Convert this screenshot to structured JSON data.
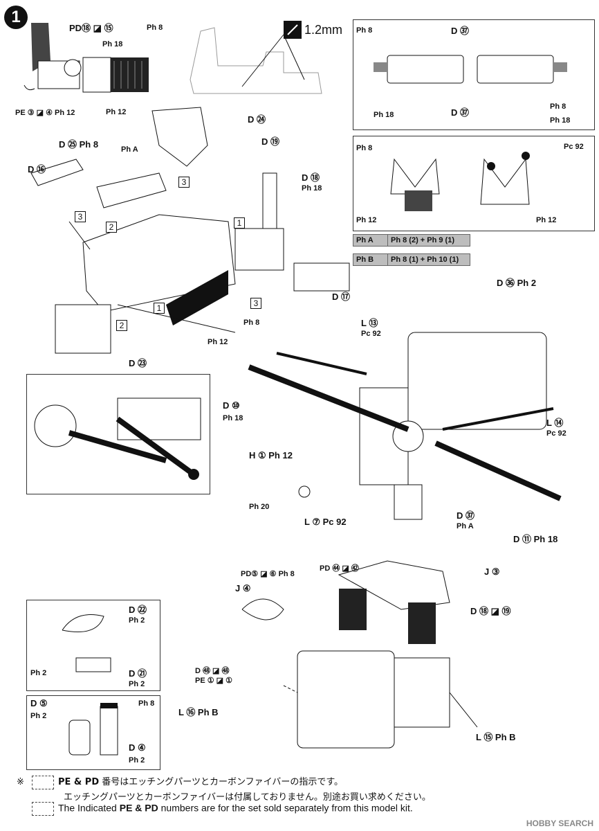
{
  "step": "1",
  "measure": "1.2mm",
  "labels": {
    "pd18": "PD⑱ ◪ ⑮",
    "ph8a": "Ph 8",
    "ph18a": "Ph 18",
    "pe3": "PE ③ ◪ ④ Ph 12",
    "ph12a": "Ph 12",
    "ph8b": "Ph 8",
    "d37a": "D ㊲",
    "ph18b": "Ph 18",
    "d37b": "D ㊲",
    "ph8c": "Ph 8",
    "ph18c": "Ph 18",
    "d24": "D ㉔",
    "d19": "D ⑲",
    "d25": "D ㉕ Ph 8",
    "phA": "Ph A",
    "d16": "D ⑯",
    "d18": "D ⑱",
    "ph18d": "Ph 18",
    "d17": "D ⑰",
    "d23": "D ㉓",
    "ph8d": "Ph 8",
    "ph12b": "Ph 12",
    "ph8e": "Ph 8",
    "pc92a": "Pc 92",
    "ph12c": "Ph 12",
    "ph12d": "Ph 12",
    "d36": "D ㊱ Ph 2",
    "l13": "L ⑬",
    "pc92b": "Pc 92",
    "d10": "D ⑩",
    "ph18e": "Ph 18",
    "l14": "L ⑭",
    "pc92c": "Pc 92",
    "h1": "H ① Ph 12",
    "ph20": "Ph 20",
    "d37c": "D ㊲",
    "phA2": "Ph A",
    "d11": "D ⑪ Ph 18",
    "l7": "L ⑦ Pc 92",
    "pd5": "PD⑤ ◪ ⑥ Ph 8",
    "pd44": "PD ㊹ ◪ ㊷",
    "j4": "J ④",
    "j3": "J ③",
    "d18b": "D ⑱ ◪ ⑲",
    "d22": "D ㉒",
    "ph2a": "Ph 2",
    "ph2b": "Ph 2",
    "d21": "D ㉑",
    "ph2c": "Ph 2",
    "d48": "D ㊽ ◪ ㊽",
    "pe1": "PE ① ◪ ①",
    "l16": "L ⑯ Ph B",
    "d5": "D ⑤",
    "ph2d": "Ph 2",
    "ph8f": "Ph 8",
    "d4": "D ④",
    "ph2e": "Ph 2",
    "l15": "L ⑮ Ph B"
  },
  "legend": {
    "a_key": "Ph A",
    "a_val": "Ph 8 (2) + Ph 9 (1)",
    "b_key": "Ph B",
    "b_val": "Ph 8 (1) + Ph 10 (1)"
  },
  "notes": {
    "mark": "※",
    "jp1_prefix": "PE & PD",
    "jp1": " 番号はエッチングパーツとカーボンファイバーの指示です。",
    "jp2": "エッチングパーツとカーボンファイバーは付属しておりません。別途お買い求めください。",
    "en_prefix": "The Indicated",
    "en_mid": "PE & PD",
    "en_rest": " numbers are for the set sold separately from this model kit."
  },
  "watermark": "HOBBY SEARCH"
}
